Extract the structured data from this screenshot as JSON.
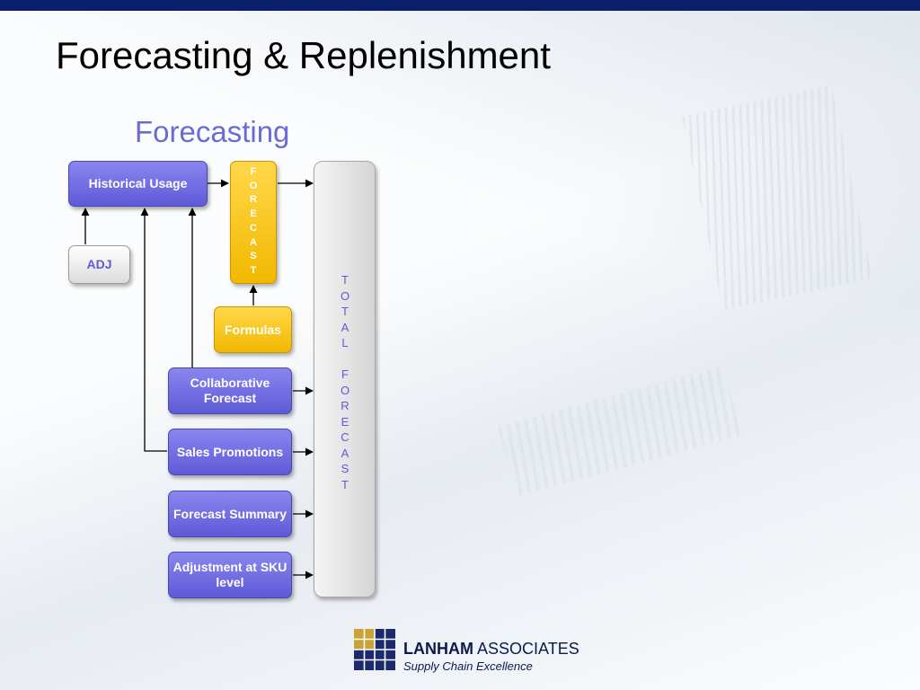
{
  "slide": {
    "title": "Forecasting & Replenishment",
    "subtitle": "Forecasting"
  },
  "diagram": {
    "historical_usage": "Historical Usage",
    "adj": "ADJ",
    "forecast_vertical": "F\nO\nR\nE\nC\nA\nS\nT",
    "formulas": "Formulas",
    "collaborative_forecast": "Collaborative Forecast",
    "sales_promotions": "Sales Promotions",
    "forecast_summary": "Forecast Summary",
    "adjustment_sku": "Adjustment at SKU level",
    "total_forecast_vertical": "T\nO\nT\nA\nL\n\nF\nO\nR\nE\nC\nA\nS\nT"
  },
  "logo": {
    "name_bold": "LANHAM",
    "name_rest": " ASSOCIATES",
    "tagline": "Supply Chain Excellence"
  },
  "colors": {
    "top_bar": "#0a1f6b",
    "box_purple": "#6a66e0",
    "box_yellow": "#ffc800",
    "subtitle": "#6b6bd6"
  }
}
